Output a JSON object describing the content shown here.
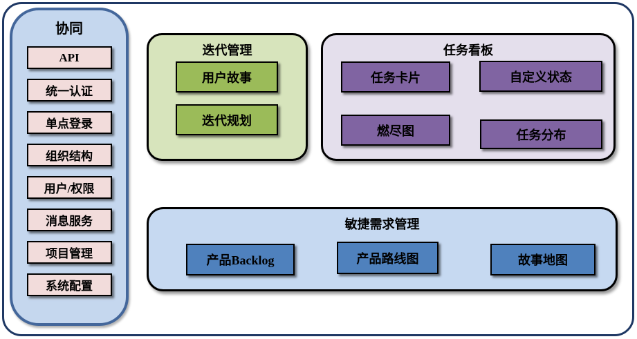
{
  "colors": {
    "outer-border": "#1f3864",
    "sidebar-border": "#44679b",
    "sidebar-fill": "#c5d7ee",
    "pink-item": "#f2dcdb",
    "green-panel": "#d7e4bc",
    "green-item": "#9bbb59",
    "purple-panel": "#e4dfec",
    "purple-item": "#8064a2",
    "blue-panel": "#c6d9f1",
    "blue-item": "#4f81bd"
  },
  "sidebar": {
    "title": "协同",
    "items": [
      "API",
      "统一认证",
      "单点登录",
      "组织结构",
      "用户/权限",
      "消息服务",
      "项目管理",
      "系统配置"
    ]
  },
  "iteration_panel": {
    "title": "迭代管理",
    "items": [
      "用户故事",
      "迭代规划"
    ]
  },
  "kanban_panel": {
    "title": "任务看板",
    "items": [
      "任务卡片",
      "自定义状态",
      "燃尽图",
      "任务分布"
    ]
  },
  "requirements_panel": {
    "title": "敏捷需求管理",
    "items": [
      "产品Backlog",
      "产品路线图",
      "故事地图"
    ]
  }
}
